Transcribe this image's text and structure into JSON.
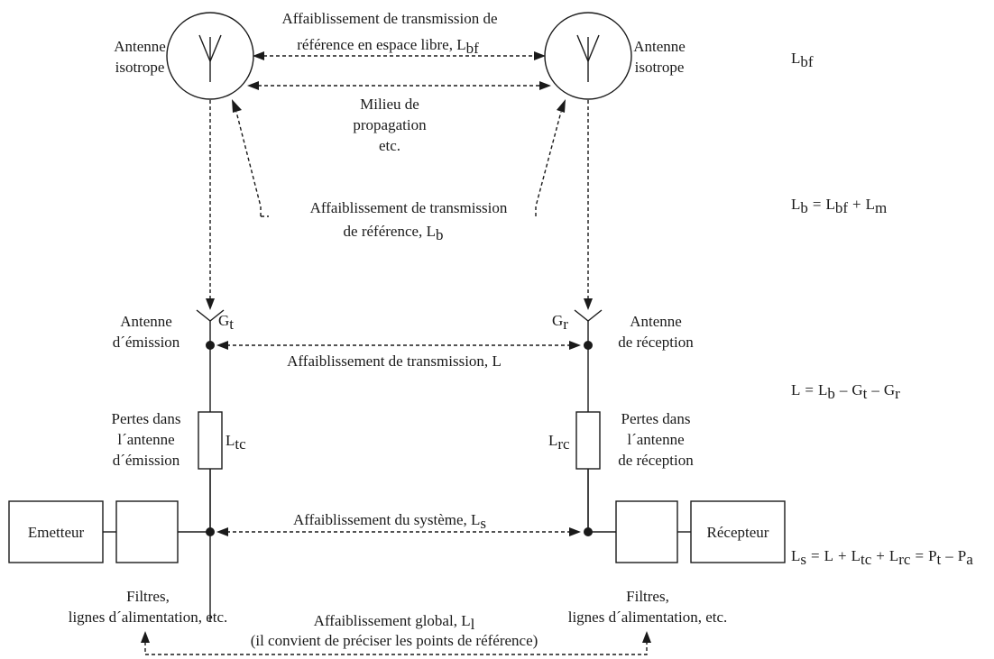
{
  "labels": {
    "antenna_iso_left_1": "Antenne",
    "antenna_iso_left_2": "isotrope",
    "antenna_iso_right_1": "Antenne",
    "antenna_iso_right_2": "isotrope",
    "free_space_line1": "Affaiblissement de transmission de",
    "free_space_line2": "référence en espace libre,",
    "medium_1": "Milieu de",
    "medium_2": "propagation",
    "medium_3": "etc.",
    "ref_loss_line1": "Affaiblissement de transmission",
    "ref_loss_line2": "de référence,",
    "tx_antenna_1": "Antenne",
    "tx_antenna_2": "d´émission",
    "rx_antenna_1": "Antenne",
    "rx_antenna_2": "de réception",
    "transmission_loss": "Affaiblissement de transmission,",
    "tx_losses_1": "Pertes dans",
    "tx_losses_2": "l´antenne",
    "tx_losses_3": "d´émission",
    "rx_losses_1": "Pertes dans",
    "rx_losses_2": "l´antenne",
    "rx_losses_3": "de réception",
    "system_loss": "Affaiblissement du système,",
    "emitter": "Emetteur",
    "receiver": "Récepteur",
    "filters_left_1": "Filtres,",
    "filters_left_2": "lignes d´alimentation, etc.",
    "filters_right_1": "Filtres,",
    "filters_right_2": "lignes d´alimentation, etc.",
    "overall_loss": "Affaiblissement global,",
    "overall_note": "(il convient de préciser les points de référence)"
  },
  "symbols": {
    "L": "L",
    "bf": "bf",
    "b": "b",
    "m": "m",
    "s": "s",
    "l": "l",
    "t": "t",
    "r": "r",
    "tc": "tc",
    "rc": "rc",
    "a": "a",
    "G": "G",
    "P": "P",
    "eq": "=",
    "plus": "+",
    "minus": "–"
  }
}
